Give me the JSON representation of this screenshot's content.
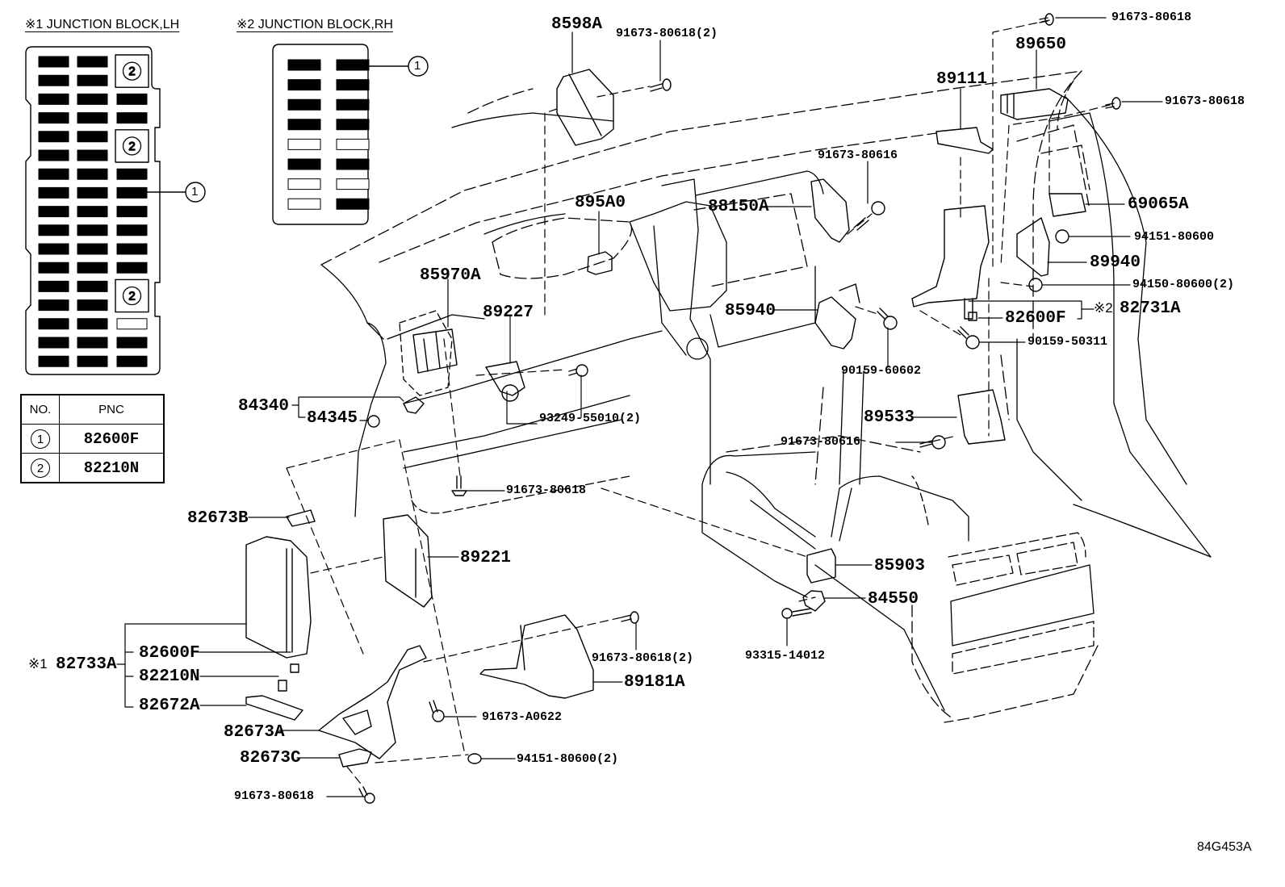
{
  "junction_blocks": {
    "lh": {
      "title": "※1 JUNCTION BLOCK,LH",
      "rows": 17,
      "columns": 3,
      "callout": "1",
      "cells": [
        [
          "f",
          "f",
          "2"
        ],
        [
          "f",
          "f",
          "2"
        ],
        [
          "f",
          "f",
          "f"
        ],
        [
          "f",
          "f",
          "f"
        ],
        [
          "f",
          "f",
          "2"
        ],
        [
          "f",
          "f",
          "2"
        ],
        [
          "f",
          "f",
          "f"
        ],
        [
          "f",
          "f",
          "f"
        ],
        [
          "f",
          "f",
          "f"
        ],
        [
          "f",
          "f",
          "f"
        ],
        [
          "f",
          "f",
          "f"
        ],
        [
          "f",
          "f",
          "f"
        ],
        [
          "f",
          "f",
          "2"
        ],
        [
          "f",
          "f",
          "2"
        ],
        [
          "f",
          "f",
          "e"
        ],
        [
          "f",
          "f",
          "f"
        ],
        [
          "f",
          "f",
          "f"
        ]
      ]
    },
    "rh": {
      "title": "※2 JUNCTION BLOCK,RH",
      "rows": 8,
      "columns": 2,
      "callout": "1",
      "cells": [
        [
          "f",
          "f"
        ],
        [
          "f",
          "f"
        ],
        [
          "f",
          "f"
        ],
        [
          "f",
          "f"
        ],
        [
          "e",
          "e"
        ],
        [
          "f",
          "f"
        ],
        [
          "e",
          "e"
        ],
        [
          "e",
          "f"
        ]
      ]
    }
  },
  "pnc_table": {
    "headers": [
      "NO.",
      "PNC"
    ],
    "rows": [
      {
        "no": "1",
        "pnc": "82600F"
      },
      {
        "no": "2",
        "pnc": "82210N"
      }
    ]
  },
  "labels": {
    "p8598A": "8598A",
    "b91673_80618_2_top": "91673-80618(2)",
    "b91673_80618_tr1": "91673-80618",
    "p89650": "89650",
    "p89111": "89111",
    "b91673_80618_tr2": "91673-80618",
    "b91673_80616_top": "91673-80616",
    "p88150A": "88150A",
    "p895A0": "895A0",
    "p69065A": "69065A",
    "b94151_80600_r": "94151-80600",
    "p89940": "89940",
    "b94150_80600_2": "94150-80600(2)",
    "p85970A": "85970A",
    "p85940": "85940",
    "p82600F_r": "82600F",
    "mark2": "※2",
    "p82731A": "82731A",
    "b90159_50311": "90159-50311",
    "p89227": "89227",
    "b90159_60602": "90159-60602",
    "p84340": "84340",
    "p84345": "84345",
    "b93249_55010_2": "93249-55010(2)",
    "p89533": "89533",
    "b91673_80616_mid": "91673-80616",
    "b91673_80618_mid": "91673-80618",
    "p82673B": "82673B",
    "p89221": "89221",
    "p85903": "85903",
    "p84550": "84550",
    "b93315_14012": "93315-14012",
    "mark1": "※1",
    "p82733A": "82733A",
    "p82600F_l": "82600F",
    "p82210N": "82210N",
    "p82672A": "82672A",
    "b91673_80618_2_mid": "91673-80618(2)",
    "p89181A": "89181A",
    "b91673_A0622": "91673-A0622",
    "p82673A": "82673A",
    "p82673C": "82673C",
    "b94151_80600_2": "94151-80600(2)",
    "b91673_80618_bot": "91673-80618"
  },
  "figure_code": "84G453A"
}
